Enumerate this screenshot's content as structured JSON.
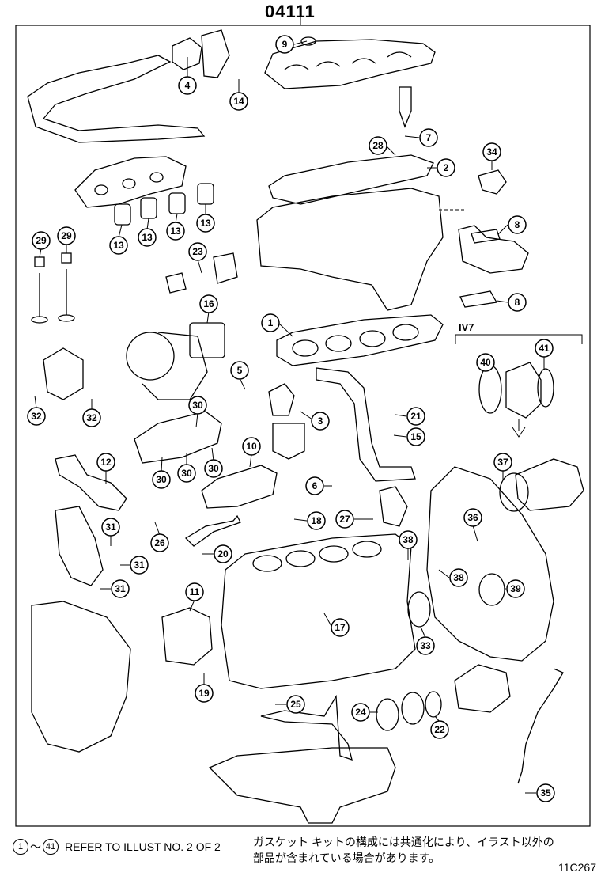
{
  "title": "04111",
  "subassembly_label": "IV7",
  "footer": {
    "ref_from": "1",
    "ref_sep": "〜",
    "ref_to": "41",
    "ref_text": "REFER TO ILLUST NO. 2 OF 2",
    "jp_line1": "ガスケット キットの構成には共通化により、イラスト以外の",
    "jp_line2": "部品が含まれている場合があります。",
    "code": "11C267"
  },
  "callouts": [
    {
      "id": "c9",
      "num": "9"
    },
    {
      "id": "c4",
      "num": "4"
    },
    {
      "id": "c14",
      "num": "14"
    },
    {
      "id": "c7",
      "num": "7"
    },
    {
      "id": "c28",
      "num": "28"
    },
    {
      "id": "c2",
      "num": "2"
    },
    {
      "id": "c34",
      "num": "34"
    },
    {
      "id": "c13a",
      "num": "13"
    },
    {
      "id": "c13b",
      "num": "13"
    },
    {
      "id": "c13c",
      "num": "13"
    },
    {
      "id": "c13d",
      "num": "13"
    },
    {
      "id": "c8a",
      "num": "8"
    },
    {
      "id": "c8b",
      "num": "8"
    },
    {
      "id": "c29a",
      "num": "29"
    },
    {
      "id": "c29b",
      "num": "29"
    },
    {
      "id": "c23",
      "num": "23"
    },
    {
      "id": "c16",
      "num": "16"
    },
    {
      "id": "c1",
      "num": "1"
    },
    {
      "id": "c40",
      "num": "40"
    },
    {
      "id": "c41",
      "num": "41"
    },
    {
      "id": "c5",
      "num": "5"
    },
    {
      "id": "c3",
      "num": "3"
    },
    {
      "id": "c32a",
      "num": "32"
    },
    {
      "id": "c32b",
      "num": "32"
    },
    {
      "id": "c30a",
      "num": "30"
    },
    {
      "id": "c30b",
      "num": "30"
    },
    {
      "id": "c30c",
      "num": "30"
    },
    {
      "id": "c30d",
      "num": "30"
    },
    {
      "id": "c10",
      "num": "10"
    },
    {
      "id": "c21",
      "num": "21"
    },
    {
      "id": "c15",
      "num": "15"
    },
    {
      "id": "c12",
      "num": "12"
    },
    {
      "id": "c6",
      "num": "6"
    },
    {
      "id": "c37",
      "num": "37"
    },
    {
      "id": "c18",
      "num": "18"
    },
    {
      "id": "c27",
      "num": "27"
    },
    {
      "id": "c36",
      "num": "36"
    },
    {
      "id": "c26",
      "num": "26"
    },
    {
      "id": "c31a",
      "num": "31"
    },
    {
      "id": "c31b",
      "num": "31"
    },
    {
      "id": "c31c",
      "num": "31"
    },
    {
      "id": "c20",
      "num": "20"
    },
    {
      "id": "c38a",
      "num": "38"
    },
    {
      "id": "c38b",
      "num": "38"
    },
    {
      "id": "c11",
      "num": "11"
    },
    {
      "id": "c39",
      "num": "39"
    },
    {
      "id": "c17",
      "num": "17"
    },
    {
      "id": "c33",
      "num": "33"
    },
    {
      "id": "c19",
      "num": "19"
    },
    {
      "id": "c25",
      "num": "25"
    },
    {
      "id": "c24",
      "num": "24"
    },
    {
      "id": "c22",
      "num": "22"
    },
    {
      "id": "c35",
      "num": "35"
    }
  ]
}
